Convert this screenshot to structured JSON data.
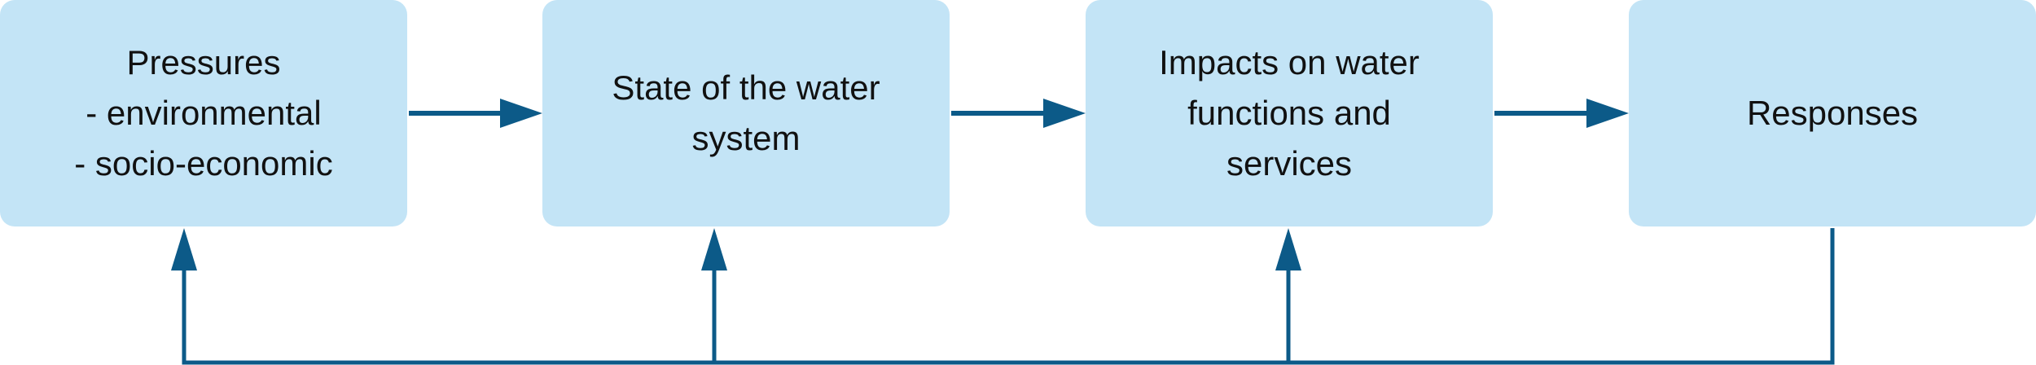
{
  "colors": {
    "box_fill": "#c3e4f6",
    "arrow": "#0c5a88",
    "text": "#111111",
    "background": "#ffffff"
  },
  "boxes": [
    {
      "id": "pressures",
      "lines": [
        "Pressures",
        "- environmental",
        "- socio-economic"
      ]
    },
    {
      "id": "state",
      "lines": [
        "State of the water",
        "system"
      ]
    },
    {
      "id": "impacts",
      "lines": [
        "Impacts on water",
        "functions and",
        "services"
      ]
    },
    {
      "id": "responses",
      "lines": [
        "Responses"
      ]
    }
  ],
  "flow": [
    {
      "from": "pressures",
      "to": "state"
    },
    {
      "from": "state",
      "to": "impacts"
    },
    {
      "from": "impacts",
      "to": "responses"
    }
  ],
  "feedback": {
    "from": "responses",
    "to": [
      "pressures",
      "state",
      "impacts"
    ]
  }
}
